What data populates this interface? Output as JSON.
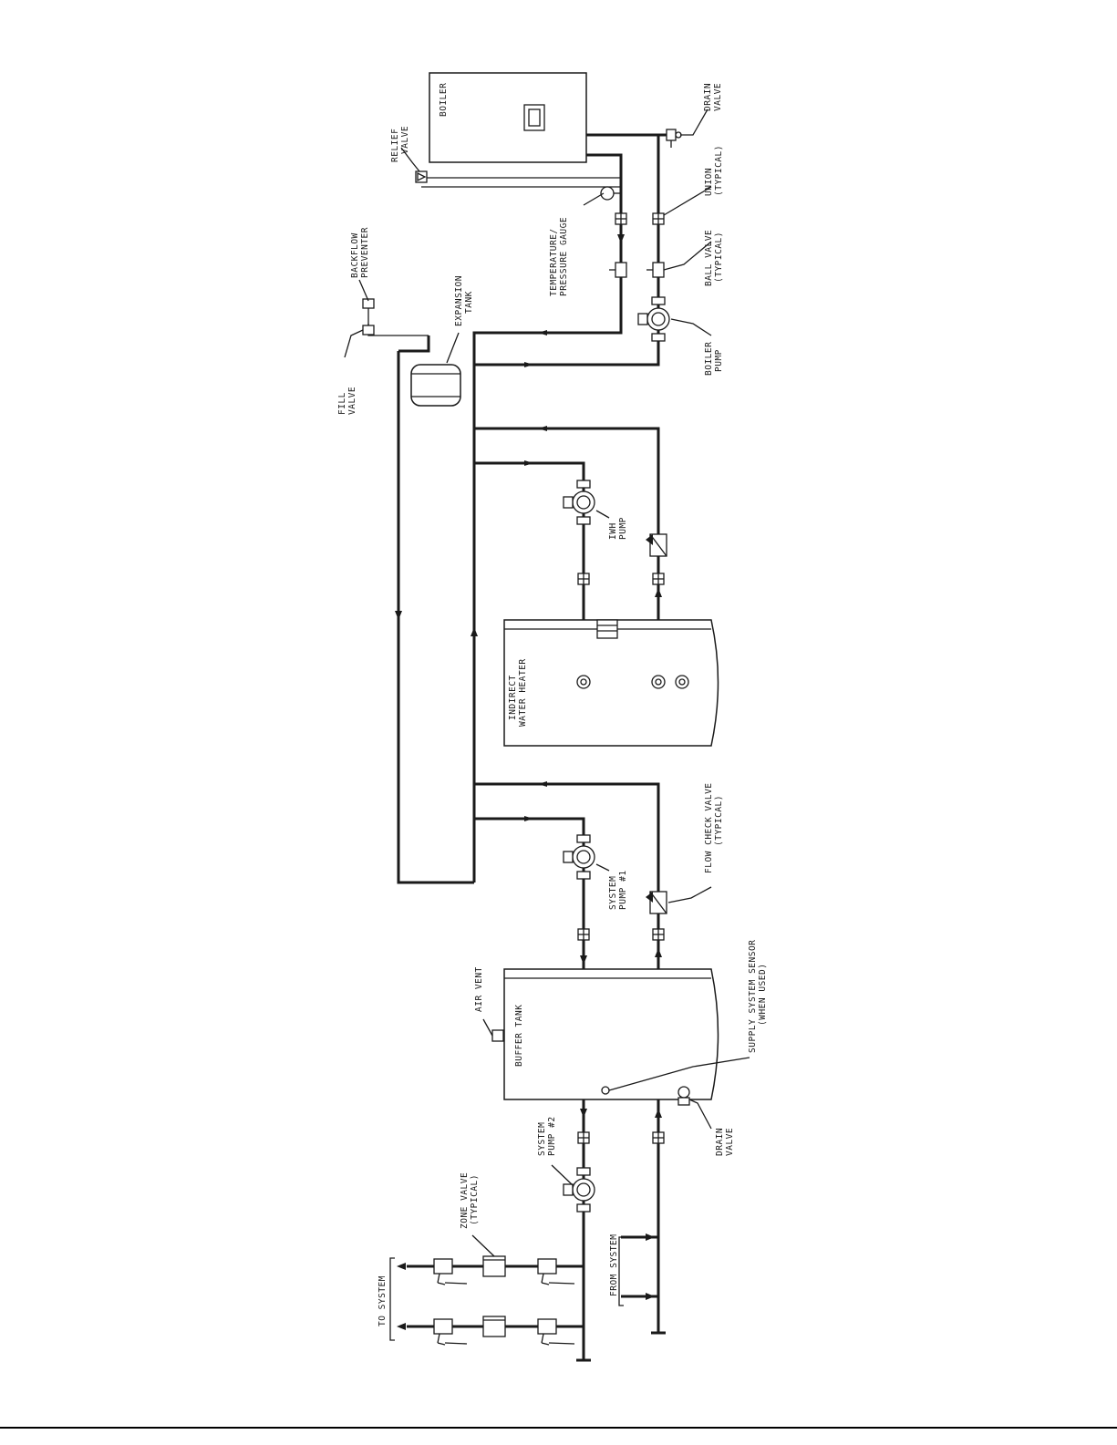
{
  "labels": {
    "boiler": "BOILER",
    "relief_valve": [
      "RELIEF",
      "VALVE"
    ],
    "drain_valve_top": [
      "DRAIN",
      "VALVE"
    ],
    "union": [
      "UNION",
      "(TYPICAL)"
    ],
    "ball_valve": [
      "BALL VALVE",
      "(TYPICAL)"
    ],
    "temp_pressure_gauge": [
      "TEMPERATURE/",
      "PRESSURE GAUGE"
    ],
    "backflow_preventer": [
      "BACKFLOW",
      "PREVENTER"
    ],
    "expansion_tank": [
      "EXPANSION",
      "TANK"
    ],
    "fill_valve": [
      "FILL",
      "VALVE"
    ],
    "boiler_pump": [
      "BOILER",
      "PUMP"
    ],
    "iwh_pump": [
      "IWH",
      "PUMP"
    ],
    "indirect_water_heater": [
      "INDIRECT",
      "WATER HEATER"
    ],
    "flow_check_valve": [
      "FLOW CHECK VALVE",
      "(TYPICAL)"
    ],
    "system_pump_1": [
      "SYSTEM",
      "PUMP #1"
    ],
    "air_vent": "AIR VENT",
    "buffer_tank": "BUFFER TANK",
    "supply_system_sensor": [
      "SUPPLY SYSTEM SENSOR",
      "(WHEN USED)"
    ],
    "drain_valve_bottom": [
      "DRAIN",
      "VALVE"
    ],
    "system_pump_2": [
      "SYSTEM",
      "PUMP #2"
    ],
    "zone_valve": [
      "ZONE VALVE",
      "(TYPICAL)"
    ],
    "to_system": "TO SYSTEM",
    "from_system": "FROM SYSTEM"
  }
}
